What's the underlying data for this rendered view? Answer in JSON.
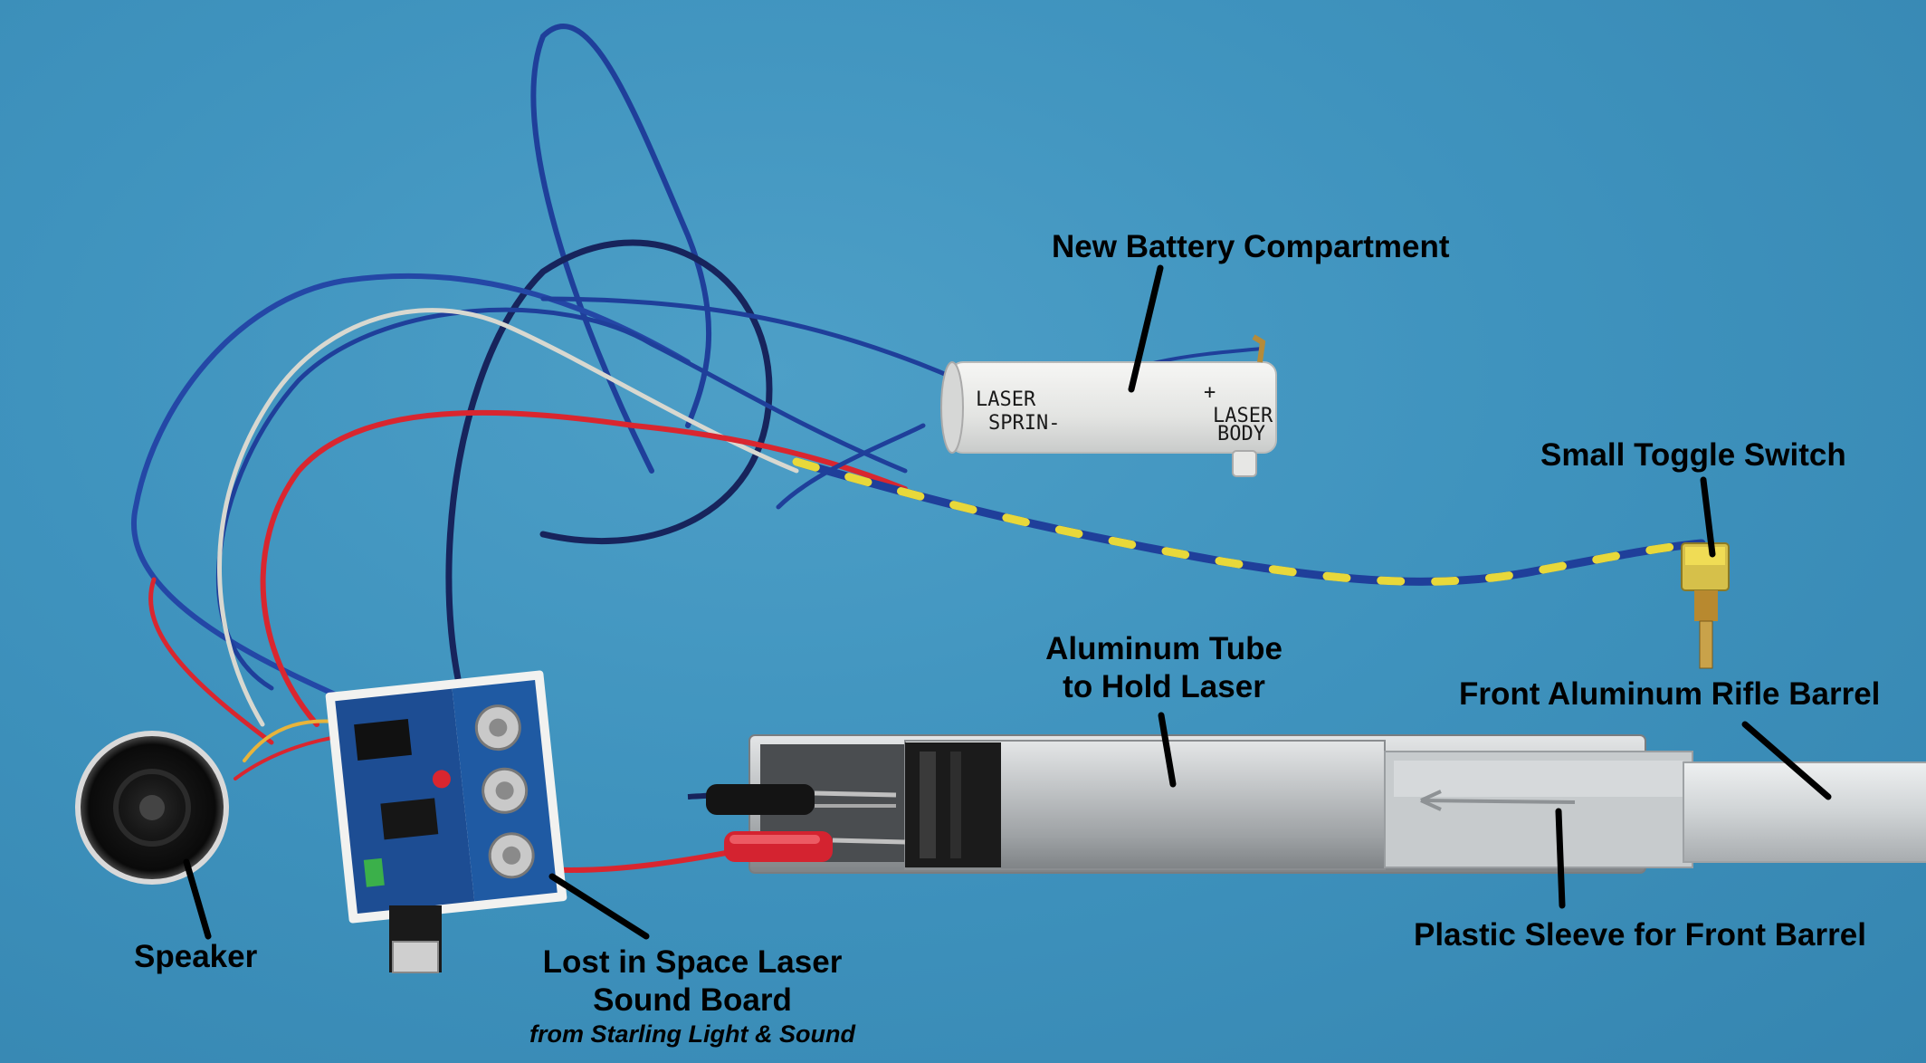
{
  "labels": {
    "battery": "New Battery Compartment",
    "toggle": "Small Toggle Switch",
    "tube_line1": "Aluminum Tube",
    "tube_line2": "to Hold Laser",
    "front_barrel": "Front Aluminum Rifle Barrel",
    "speaker": "Speaker",
    "board_line1": "Lost in Space Laser",
    "board_line2": "Sound Board",
    "board_credit": "from Starling Light & Sound",
    "sleeve": "Plastic Sleeve for Front Barrel"
  },
  "battery_markings": {
    "left_1": "LASER",
    "left_2": "SPRIN-",
    "right_sign": "+",
    "right_1": "LASER",
    "right_2": "BODY"
  },
  "colors": {
    "background": "#3f93be",
    "wire_blue": "#1f3f9a",
    "wire_red": "#d9262f",
    "wire_white": "#d8d8d0",
    "tape_yellow": "#e8d83a",
    "aluminum": "#b8bcbf",
    "pcb_blue": "#1d4d93",
    "label_text": "#000000"
  }
}
